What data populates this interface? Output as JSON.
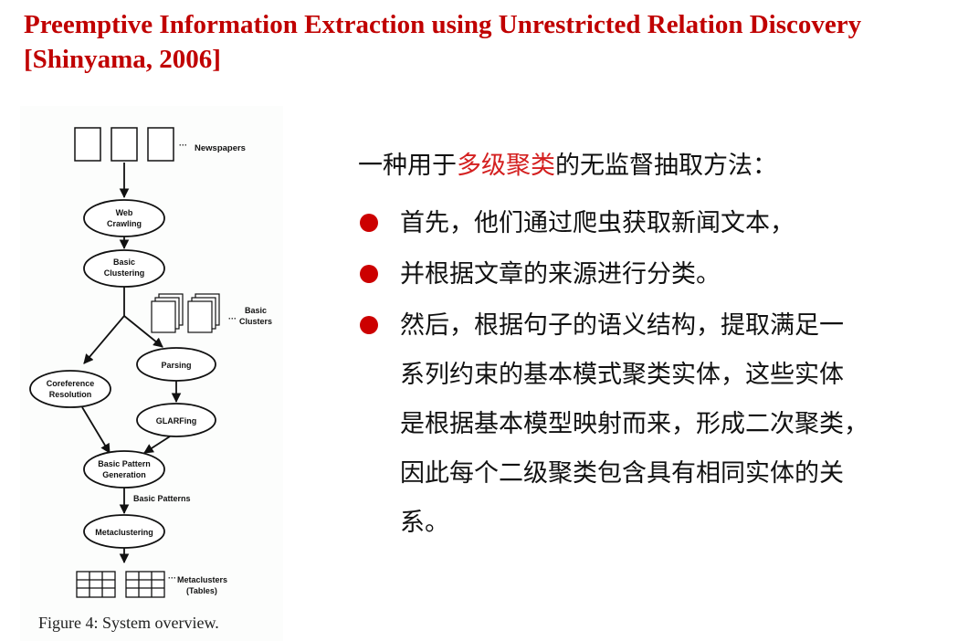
{
  "title": {
    "line1": "Preemptive Information Extraction using Unrestricted Relation Discovery",
    "line2": "[Shinyama, 2006]"
  },
  "figure": {
    "caption": "Figure 4: System overview.",
    "labels": {
      "newspapers": "Newspapers",
      "web_crawling": [
        "Web",
        "Crawling"
      ],
      "basic_clustering": [
        "Basic",
        "Clustering"
      ],
      "basic_clusters": [
        "Basic",
        "Clusters"
      ],
      "parsing": "Parsing",
      "coreference": [
        "Coreference",
        "Resolution"
      ],
      "glarfing": "GLARFing",
      "basic_pattern_generation": [
        "Basic Pattern",
        "Generation"
      ],
      "basic_patterns": "Basic Patterns",
      "metaclustering": "Metaclustering",
      "metaclusters": [
        "Metaclusters",
        "(Tables)"
      ]
    }
  },
  "intro": {
    "before": "一种用于",
    "highlight": "多级聚类",
    "after": "的无监督抽取方法：",
    "highlight_color": "#d42020"
  },
  "bullets": [
    {
      "lines": [
        "首先，他们通过爬虫获取新闻文本，"
      ]
    },
    {
      "lines": [
        "并根据文章的来源进行分类。"
      ]
    },
    {
      "lines": [
        "然后，根据句子的语义结构，提取满足一",
        "系列约束的基本模式聚类实体，这些实体",
        "是根据基本模型映射而来，形成二次聚类，",
        "因此每个二级聚类包含具有相同实体的关",
        "系。"
      ]
    }
  ],
  "colors": {
    "title": "#c00000",
    "bullet_dot": "#cc0000"
  }
}
